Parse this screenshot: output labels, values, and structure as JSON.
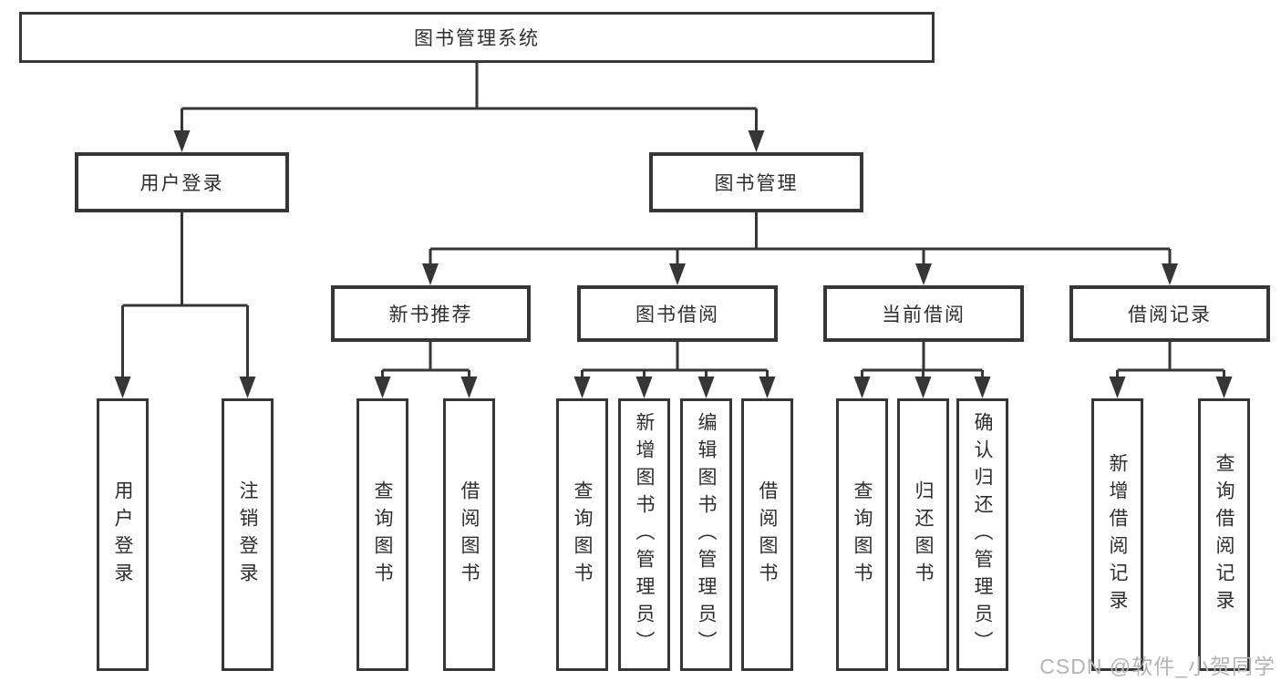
{
  "title": "图书管理系统",
  "watermark": "CSDN @软件_小贺同学",
  "colors": {
    "line": "#363636",
    "text": "#2e2e2e",
    "watermark": "#b4b4b4",
    "background": "#ffffff"
  },
  "tree": {
    "user_login": {
      "label": "用户登录",
      "leaves": [
        "用户登录",
        "注销登录"
      ]
    },
    "book_management": {
      "label": "图书管理",
      "children": {
        "new_books": {
          "label": "新书推荐",
          "leaves": [
            "查询图书",
            "借阅图书"
          ]
        },
        "book_borrow": {
          "label": "图书借阅",
          "leaves": [
            "查询图书",
            "新增图书（管理员）",
            "编辑图书（管理员）",
            "借阅图书"
          ]
        },
        "current_borrow": {
          "label": "当前借阅",
          "leaves": [
            "查询图书",
            "归还图书",
            "确认归还（管理员）"
          ]
        },
        "borrow_records": {
          "label": "借阅记录",
          "leaves": [
            "新增借阅记录",
            "查询借阅记录"
          ]
        }
      }
    }
  }
}
